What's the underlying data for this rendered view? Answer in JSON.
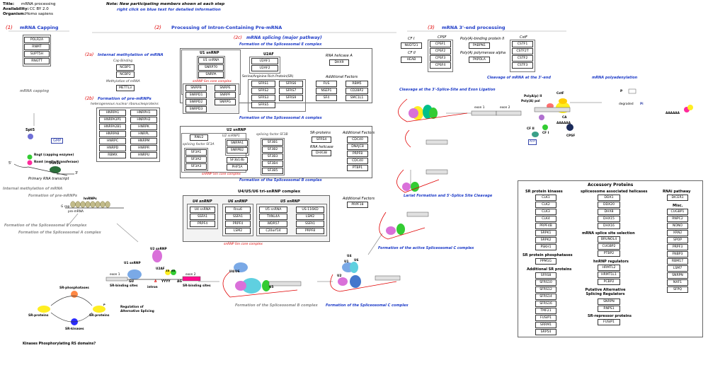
{
  "meta": {
    "title_key": "Title:",
    "title_val": "mRNA processing",
    "avail_key": "Availability:",
    "avail_val": "CC BY 2.0",
    "org_key": "Organism:",
    "org_val": "Homo sapiens",
    "note": "Note: New participating members shown at each step",
    "hint": "right click on blue text for detailed information"
  },
  "s1": {
    "num": "(1)",
    "title": "mRNA Capping",
    "genes": [
      "POLR2A",
      "RNMT",
      "SUPT5H",
      "RNGTT"
    ]
  },
  "s2": {
    "num": "(2)",
    "title": "Processing of Intron-Containing Pre-mRNA"
  },
  "s2a": {
    "num": "(2a)",
    "title": "Internal methylation of mRNA",
    "capbind": "Cap Binding",
    "capgenes": [
      "NCBP1",
      "NCBP2"
    ],
    "methyl": "Methylation of mRNA",
    "methylgene": "METTL3"
  },
  "s2b": {
    "num": "(2b)",
    "title": "Formation of pre-mRNPs",
    "sub": "heterogeneous nuclear ribonucleoproteins",
    "col1": [
      "HNRPA1",
      "HNRPA3P1",
      "HNRPA2B1",
      "HNRPAB",
      "HNRPC",
      "HNRPD",
      "RBMX"
    ],
    "col2": [
      "HNRPH1",
      "HNRPH2",
      "HNRPK",
      "HNRPL",
      "HNRPM",
      "HNRPR",
      "HNRPU"
    ]
  },
  "s2c": {
    "num": "(2c)",
    "title": "mRNA splicing (major pathway)",
    "ecx": "Formation of the Spliceosomal E complex"
  },
  "u1": {
    "title": "U1 snRNP",
    "core": [
      "U1 snRNA",
      "SNRP70",
      "SNRPA"
    ],
    "sm1": [
      "SNRPB",
      "SNRPD1",
      "SNRPD2",
      "SNRPD3"
    ],
    "sm2": [
      "SNRPE",
      "SNRPF",
      "SNRPG"
    ],
    "smlabel": "snRNP Sm core complex"
  },
  "u2af": {
    "title": "U2AF",
    "genes": [
      "U2AF1",
      "U2AF2"
    ]
  },
  "sr": {
    "title": "Serine/Arginine Rich Protein(SR)",
    "c1": [
      "SFRS1",
      "SFRS2",
      "SFRS3",
      "SFRS5"
    ],
    "c2": [
      "SFRS6",
      "SFRS7",
      "SFRS9"
    ]
  },
  "rnahA": {
    "title": "RNA helicase A",
    "gene": "DHX9"
  },
  "addE": {
    "title": "Additional Factors",
    "c1": [
      "FUS",
      "NSEP1",
      "SF4"
    ],
    "c2": [
      "RBM5",
      "CD2BP2",
      "SMC1L1"
    ]
  },
  "acx": "Formation of the Spliceosomal A complex",
  "u2": {
    "title": "U2 snRNP",
    "rnu": "RNU2",
    "sf3a_l": "splicing factor SF3A",
    "sf3a": [
      "SF3A1",
      "SF3A2",
      "SF3A3"
    ],
    "u2l": "U2 snRNP1",
    "u2g": [
      "SNRPA1",
      "SNRPB2"
    ],
    "sf3b_l": "splicing factor SF3B",
    "sf3b": [
      "SF3B1",
      "SF3B2",
      "SF3B3",
      "SF3B4",
      "SF3B5"
    ],
    "sf3b14": "SF3b14b",
    "phf5a": "PHF5A",
    "smlabel": "snRNP Sm core complex"
  },
  "srA": {
    "title": "SR-proteins",
    "gene": "SFRS4",
    "heli": "RNA helicase",
    "heligene": "DHX38"
  },
  "addA": {
    "title": "Additional Factors",
    "genes": [
      "CDC40",
      "DNAJC8",
      "PRPF8",
      "CDC40",
      "PTBP1"
    ]
  },
  "bcx": "Formation of the Spliceosomal B complex",
  "tri": {
    "title": "U4/U5/U6 tri-snRNP complex",
    "u4t": "U4 snRNP",
    "u4": [
      "U4 snRNA",
      "SSFA1",
      "PRPF4"
    ],
    "u6t": "U6 snRNP",
    "u6": [
      "Rnu6",
      "SSFA1",
      "PRPF4",
      "LSM2"
    ],
    "u5t": "U5 snRNP",
    "u5a": [
      "U5 snRNA",
      "TXNL4A",
      "WDR57",
      "C20orf14"
    ],
    "u5b": [
      "US-116KD",
      "LSM2",
      "SSFA1",
      "PRPF8"
    ],
    "smlabel": "snRNP Sm core complex"
  },
  "addB": {
    "title": "Additional Factors",
    "gene": "PRPF18"
  },
  "s3": {
    "num": "(3)",
    "title": "mRNA 3'-end processing",
    "cfi": "CF I",
    "cfig": "NUDT21",
    "cfii": "CF II",
    "cfiig": "HEAB",
    "cpsf": "CPSF",
    "cpsfg": [
      "CPSF1",
      "CPSF2",
      "CPSF3",
      "CPSF4"
    ],
    "pab": "Poly(A)-binding protein II",
    "pabg": "PABPN1",
    "pap": "Poly(A) polymerase alpha",
    "papg": "PAPOLA",
    "cstf": "CstF",
    "cstfg": [
      "CSTF1",
      "CSTF2T",
      "CSTF2",
      "CSTF3"
    ],
    "cleave": "Cleavage of mRNA at the 3'-end",
    "polya": "mRNA polyadenylation"
  },
  "acc": {
    "title": "Accessory Proteins",
    "srk_t": "SR protein kinases",
    "srk": [
      "CLK1",
      "CLK2",
      "CLK3",
      "CLK4",
      "PRPF4B",
      "SRPK1",
      "SRPK2",
      "PSKH1"
    ],
    "srp_t": "SR protein phosphatases",
    "srp": [
      "PPM1G"
    ],
    "asr_t": "Additional SR proteins",
    "asr": [
      "SFRS8",
      "SFRS10",
      "SFRS12",
      "SFRS14",
      "SFRS16",
      "TMF21",
      "FUSIP1",
      "SRRM1",
      "SRP54"
    ],
    "hel_t": "spliceosome associated helicases",
    "hel": [
      "DDX1",
      "DDX20",
      "DHX8",
      "DHX15",
      "DHX16"
    ],
    "mss_t": "mRNA splice site selection",
    "mss": [
      "BRUNOL4",
      "CUGBP2",
      "PTBP2"
    ],
    "hnr_t": "hnRNP regulators",
    "hnr": [
      "HRMTL2",
      "HRMT1L1",
      "PCBP2"
    ],
    "pas_t": "Putative Alternative Splicing Regulators",
    "pas": [
      "SNRPN",
      "RNPS1"
    ],
    "srr_t": "SR-repressor proteins",
    "srr": [
      "FUSIP1"
    ],
    "rnai_t": "RNAi pathway",
    "rnai": [
      "DICER1"
    ],
    "misc_t": "Misc.",
    "misc": [
      "CUGBP1",
      "RNPC2",
      "NONO",
      "XRN2",
      "SPOP",
      "PRPF3",
      "FNBP3",
      "RBM17",
      "LSM7",
      "SNRPN",
      "NXF1",
      "SFPQ"
    ]
  },
  "diag": {
    "capping": "mRNA capping",
    "spt5": "Spt5",
    "gmp": "GMP",
    "rngt": "Rngt (capping enzyme)",
    "rnmt": "Rnmt (methyltransferase)",
    "polr": "Polr2a",
    "primary": "Primary RNA transcript",
    "intmeth": "Internal methylation of mRNA",
    "formpre": "Formation of pre-mRNPs",
    "hnrnps": "hnRNPs",
    "gcap": "G cap",
    "premrna": "pre-mRNA",
    "fE": "Formation of the Spliceosomal E complex",
    "fA": "Formation of the Spliceosomal A complex",
    "u1snrnp": "U1 snRNP",
    "u2snrnp": "U2 snRNP",
    "u2af": "U2AF",
    "u2af35": "35",
    "u2af65": "65",
    "exon1": "exon 1",
    "exon2": "exon 2",
    "gu": "GU",
    "ag": "AG",
    "a": "A",
    "yyyy": "YYYY",
    "intron": "intron",
    "srbind": "SR-binding sites",
    "srbind2": "SR-binding sites",
    "srphos": "SR-phosphatases",
    "srprot": "SR-proteins",
    "srprot2": "SR-proteins",
    "srkin": "SR-kinases",
    "p": "P",
    "regalt": "Regulation of Alternative Splicing",
    "kinq": "Kinases Phosphorylating RS domains?",
    "fB": "Formation of the Spliceosomal B complex",
    "fC": "Formation of the Spliceosomal C complex",
    "fCact": "Formation of the active Spliceosomal C complex",
    "lariat": "Lariat Formation and 5'-Splice Site Cleavage",
    "clv35": "Cleavage at the 3'-Splice-Site and Exon Ligation",
    "u4u6": "U4/U6",
    "u5": "U5",
    "u6": "U6",
    "u2": "U2",
    "u1": "U1",
    "u4": "U4",
    "polyapol": "PolyA(p) II",
    "polyapol2": "Poly(A) pol",
    "cstf": "CstF",
    "cpsf": "CPSF",
    "cfi": "CF I",
    "cfii": "CF II",
    "atp": "ATP",
    "ca": "CA",
    "pi": "Pi",
    "degraded": "degraded",
    "aaa": "AAAAAA",
    "aaa2": "AAAAAA",
    "pp": "P",
    "f5": "5'",
    "f3": "3'"
  }
}
